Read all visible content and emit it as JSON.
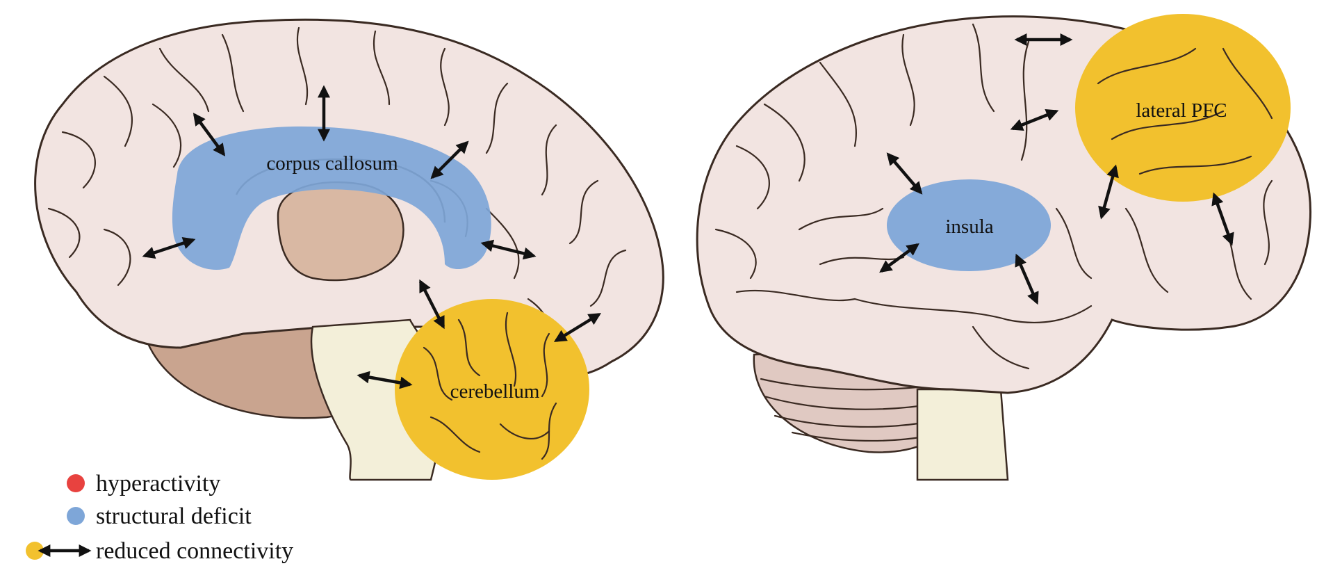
{
  "regions": {
    "corpus_callosum": "corpus callosum",
    "cerebellum": "cerebellum",
    "insula": "insula",
    "lateral_pfc": "lateral PFC"
  },
  "legend": {
    "items": [
      {
        "label": "hyperactivity",
        "color": "#e8423f",
        "icon": "red-dot-icon"
      },
      {
        "label": "structural deficit",
        "color": "#7ea6d8",
        "icon": "blue-dot-icon"
      },
      {
        "label": "reduced connectivity",
        "color": "#f2c12e",
        "icon": "double-arrow-icon"
      }
    ]
  },
  "colors": {
    "brain_fill": "#f2e4e1",
    "brain_outline": "#3a2a22",
    "structural_deficit": "#7ea6d8",
    "connectivity": "#f2c12e",
    "hyperactivity": "#e8423f",
    "brainstem": "#f3efd9",
    "deep_structures": "#d9b8a3"
  }
}
